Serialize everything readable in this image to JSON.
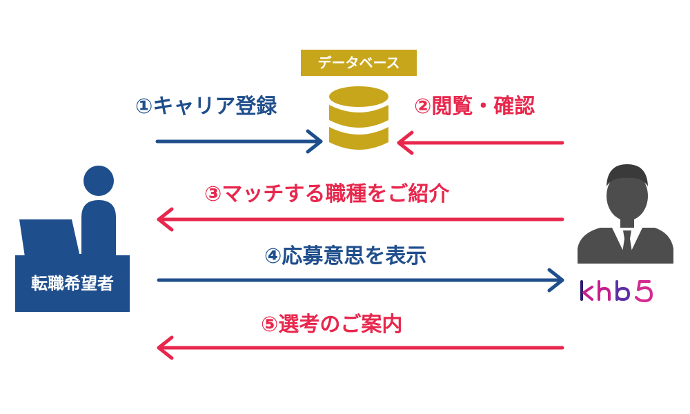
{
  "database": {
    "label": "データベース"
  },
  "steps": [
    {
      "text": "①キャリア登録",
      "color": "#1f4e8c"
    },
    {
      "text": "②閲覧・確認",
      "color": "#e8274d"
    },
    {
      "text": "③マッチする職種をご紹介",
      "color": "#e8274d"
    },
    {
      "text": "④応募意思を表示",
      "color": "#1f4e8c"
    },
    {
      "text": "⑤選考のご案内",
      "color": "#e8274d"
    }
  ],
  "job_seeker": {
    "label": "転職希望者"
  },
  "company": {
    "logo_text": "khb5"
  },
  "colors": {
    "blue": "#1f4e8c",
    "red": "#e8274d",
    "gold": "#c8a61c",
    "gray": "#4d4d4d"
  }
}
